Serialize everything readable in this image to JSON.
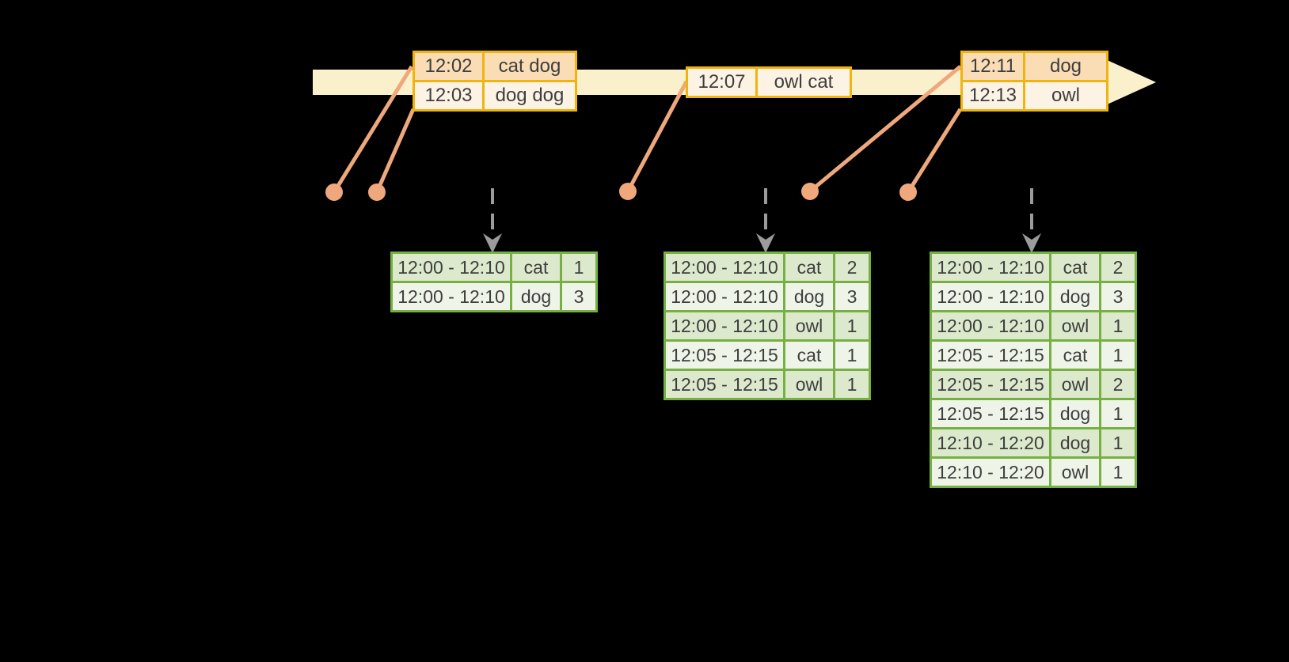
{
  "colors": {
    "background": "#000000",
    "timeline_band": "#FAF0CC",
    "event_table_border": "#F0B411",
    "event_row_dark": "#FADCB5",
    "event_row_light": "#FDF3E5",
    "connector": "#EFA87C",
    "result_table_border": "#76B043",
    "result_row_dark": "#DCE9CC",
    "result_row_light": "#EFF4E9",
    "trigger_arrow": "#9B9B9B",
    "text": "#3E3E3E"
  },
  "icons": {
    "timeline_arrow": "filled-right-arrow",
    "event_dot": "filled-circle",
    "trigger_arrow": "dashed-down-arrow"
  },
  "event_tables": [
    {
      "rows": [
        [
          "12:02",
          "cat dog"
        ],
        [
          "12:03",
          "dog dog"
        ]
      ]
    },
    {
      "rows": [
        [
          "12:07",
          "owl cat"
        ]
      ]
    },
    {
      "rows": [
        [
          "12:11",
          "dog"
        ],
        [
          "12:13",
          "owl"
        ]
      ]
    }
  ],
  "result_tables": [
    {
      "rows": [
        [
          "12:00 - 12:10",
          "cat",
          "1"
        ],
        [
          "12:00 - 12:10",
          "dog",
          "3"
        ]
      ]
    },
    {
      "rows": [
        [
          "12:00 - 12:10",
          "cat",
          "2"
        ],
        [
          "12:00 - 12:10",
          "dog",
          "3"
        ],
        [
          "12:00 - 12:10",
          "owl",
          "1"
        ],
        [
          "12:05 - 12:15",
          "cat",
          "1"
        ],
        [
          "12:05 - 12:15",
          "owl",
          "1"
        ]
      ]
    },
    {
      "rows": [
        [
          "12:00 - 12:10",
          "cat",
          "2"
        ],
        [
          "12:00 - 12:10",
          "dog",
          "3"
        ],
        [
          "12:00 - 12:10",
          "owl",
          "1"
        ],
        [
          "12:05 - 12:15",
          "cat",
          "1"
        ],
        [
          "12:05 - 12:15",
          "owl",
          "2"
        ],
        [
          "12:05 - 12:15",
          "dog",
          "1"
        ],
        [
          "12:10 - 12:20",
          "dog",
          "1"
        ],
        [
          "12:10 - 12:20",
          "owl",
          "1"
        ]
      ]
    }
  ]
}
